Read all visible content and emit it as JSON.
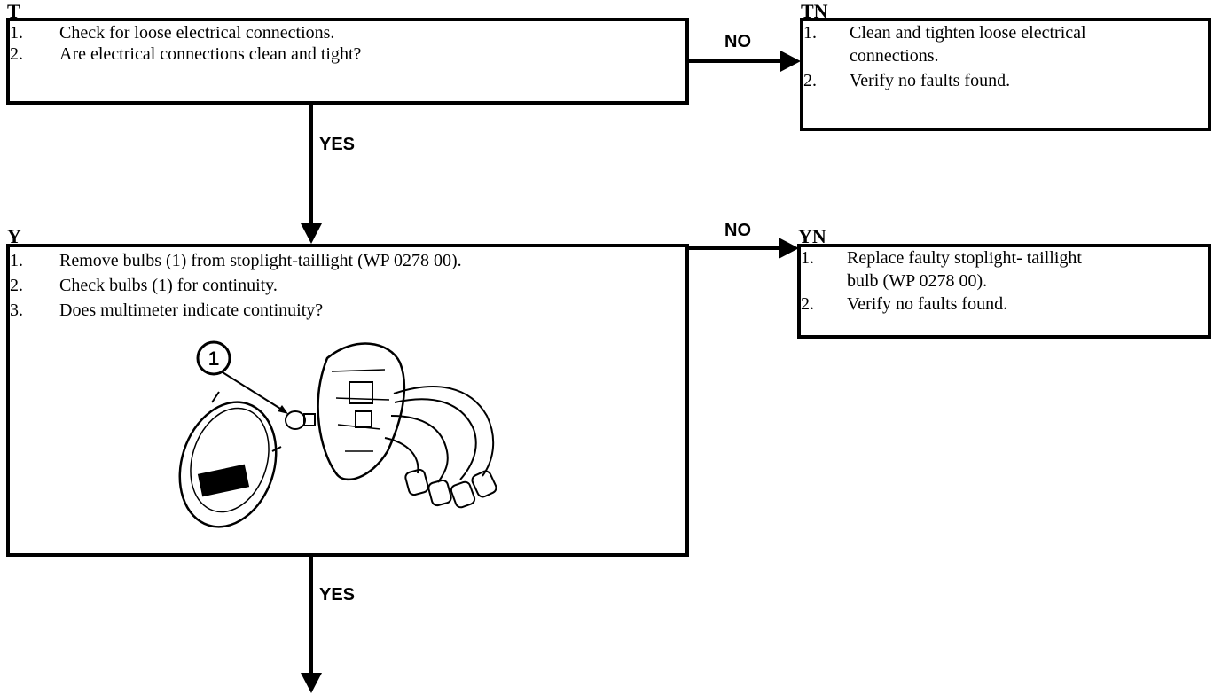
{
  "steps": {
    "T": {
      "label": "T",
      "items": [
        {
          "num": "1.",
          "text": "Check for loose electrical connections."
        },
        {
          "num": "2.",
          "text": "Are electrical connections clean and tight?"
        }
      ]
    },
    "TN": {
      "label": "TN",
      "items": [
        {
          "num": "1.",
          "text": "Clean and tighten loose electrical"
        },
        {
          "num": "",
          "text": "connections."
        },
        {
          "num": "2.",
          "text": "Verify no faults found."
        }
      ]
    },
    "Y": {
      "label": "Y",
      "items": [
        {
          "num": "1.",
          "text": "Remove bulbs (1) from stoplight-taillight (WP 0278 00)."
        },
        {
          "num": "2.",
          "text": "Check bulbs (1) for continuity."
        },
        {
          "num": "3.",
          "text": "Does multimeter indicate continuity?"
        }
      ],
      "callout": "1"
    },
    "YN": {
      "label": "YN",
      "items": [
        {
          "num": "1.",
          "text": "Replace faulty stoplight- taillight"
        },
        {
          "num": "",
          "text": "bulb (WP 0278 00)."
        },
        {
          "num": "2.",
          "text": "Verify no faults found."
        }
      ]
    }
  },
  "arrows": {
    "no": "NO",
    "yes": "YES"
  }
}
